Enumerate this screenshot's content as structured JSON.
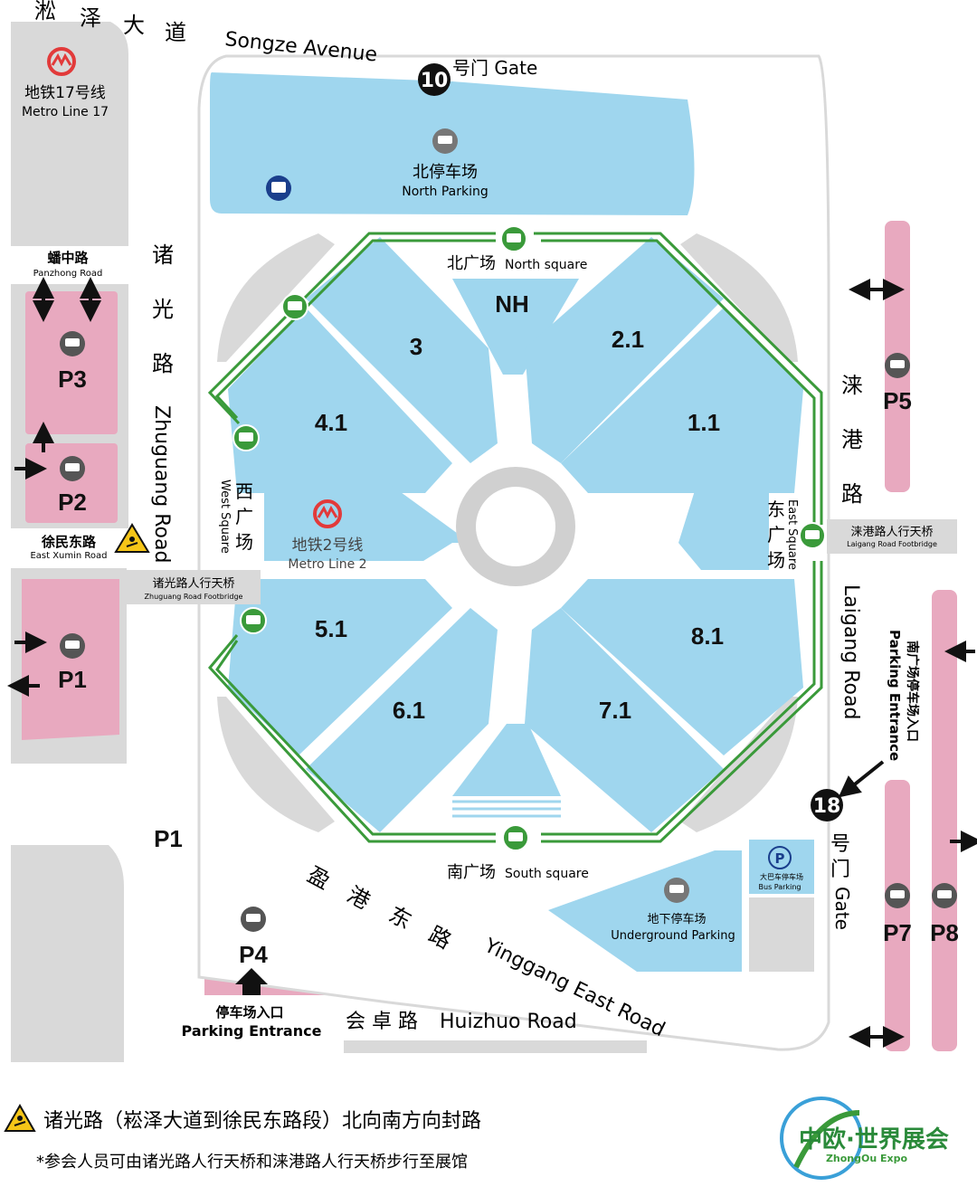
{
  "roads": {
    "songze_cn": [
      "淞",
      "泽",
      "大",
      "道"
    ],
    "songze_en": "Songze Avenue",
    "zhuguang_cn": [
      "诸",
      "光",
      "路"
    ],
    "zhuguang_en": "Zhuguang Road",
    "laigang_cn": [
      "涞",
      "港",
      "路"
    ],
    "laigang_en": "Laigang Road",
    "yinggang_cn": [
      "盈",
      "港",
      "东",
      "路"
    ],
    "yinggang_en": "Yinggang East Road",
    "huizhuo_cn": "会 卓 路",
    "huizhuo_en": "Huizhuo Road",
    "panzhong_cn": "蟠中路",
    "panzhong_en": "Panzhong Road",
    "xumin_cn": "徐民东路",
    "xumin_en": "East Xumin Road"
  },
  "metro": {
    "line17_cn": "地铁17号线",
    "line17_en": "Metro Line 17",
    "line2_cn": "地铁2号线",
    "line2_en": "Metro Line 2"
  },
  "gates": {
    "g10_num": "10",
    "g10_label": "号门 Gate",
    "g18_num": "18",
    "g18_cn": [
      "号",
      "门"
    ],
    "g18_en": "Gate"
  },
  "areas": {
    "north_parking_cn": "北停车场",
    "north_parking_en": "North Parking",
    "north_square_cn": "北广场",
    "north_square_en": "North square",
    "south_square_cn": "南广场",
    "south_square_en": "South square",
    "west_square_cn": [
      "西",
      "广",
      "场"
    ],
    "west_square_en": "West Square",
    "east_square_cn": [
      "东",
      "广",
      "场"
    ],
    "east_square_en": "East Square",
    "underground_cn": "地下停车场",
    "underground_en": "Underground Parking",
    "bus_parking_cn": "大巴车停车场",
    "bus_parking_en": "Bus Parking",
    "south_entrance_cn": "南广场停车场入口",
    "south_entrance_en": "Parking Entrance",
    "p4_entrance_cn": "停车场入口",
    "p4_entrance_en": "Parking Entrance"
  },
  "footbridges": {
    "zhuguang_cn": "诸光路人行天桥",
    "zhuguang_en": "Zhuguang Road Footbridge",
    "laigang_cn": "涞港路人行天桥",
    "laigang_en": "Laigang Road Footbridge"
  },
  "halls": [
    "NH",
    "3",
    "2.1",
    "4.1",
    "1.1",
    "5.1",
    "8.1",
    "6.1",
    "7.1"
  ],
  "parking_lots": [
    "P1",
    "P2",
    "P3",
    "P4",
    "P5",
    "P7",
    "P8",
    "P1"
  ],
  "bus_stop_letter": "P",
  "notice": {
    "line1": "诸光路（崧泽大道到徐民东路段）北向南方向封路",
    "line2": "*参会人员可由诸光路人行天桥和涞港路人行天桥步行至展馆"
  },
  "logo": {
    "cn": "中欧·世界展会",
    "en": "ZhongOu Expo"
  },
  "colors": {
    "hall": "#9fd6ee",
    "parking": "#e8a9bf",
    "road_gray": "#d9d9d9",
    "route_green": "#3a9a3a",
    "metro_red": "#e23a3a"
  }
}
